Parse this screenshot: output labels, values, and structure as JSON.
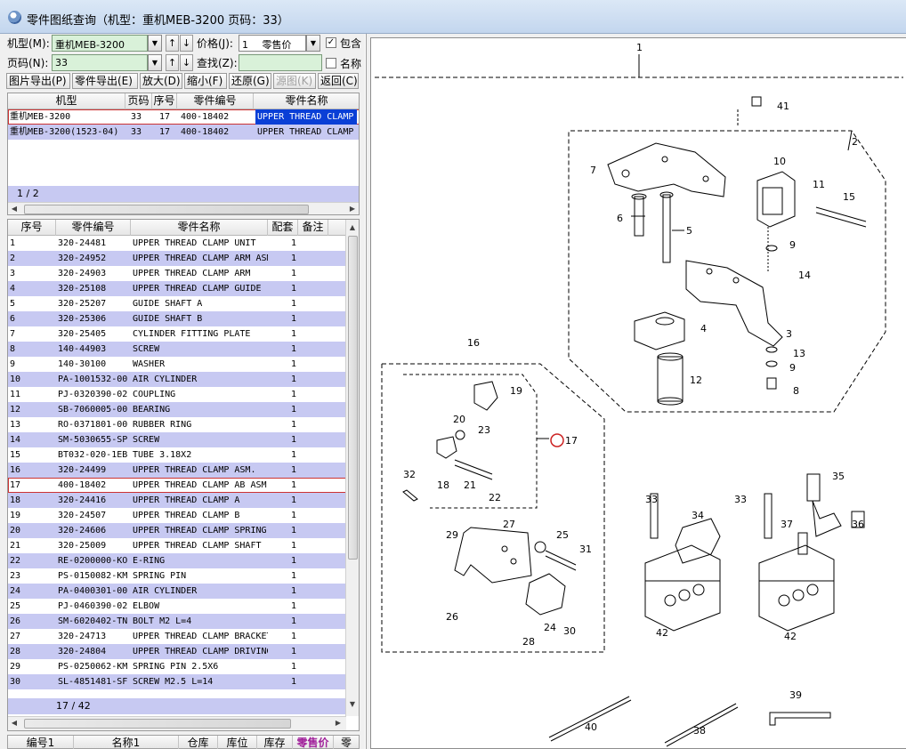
{
  "window": {
    "title": "零件图纸查询（机型：重机MEB-3200 页码：33）"
  },
  "form": {
    "model_label": "机型(M):",
    "model_value": "重机MEB-3200",
    "page_label": "页码(N):",
    "page_value": "33",
    "price_label": "价格(J):",
    "price_value": "1",
    "price_type": "零售价",
    "search_label": "查找(Z):",
    "search_value": "",
    "include_label": "包含",
    "name_label": "名称",
    "up_arrow": "↑",
    "down_arrow": "↓",
    "dropdown_glyph": "▼",
    "check_glyph": "✓"
  },
  "toolbar": {
    "export_image": "图片导出(P)",
    "export_parts": "零件导出(E)",
    "zoom_in": "放大(D)",
    "zoom_out": "缩小(F)",
    "restore": "还原(G)",
    "source": "源图(K)",
    "back": "返回(C)"
  },
  "models_grid": {
    "columns": [
      "机型",
      "页码",
      "序号",
      "零件编号",
      "零件名称"
    ],
    "rows": [
      [
        "重机MEB-3200",
        "33",
        "17",
        "400-18402",
        "UPPER THREAD CLAMP"
      ],
      [
        "重机MEB-3200(1523-04)",
        "33",
        "17",
        "400-18402",
        "UPPER THREAD CLAMP"
      ]
    ],
    "footer": "1 / 2"
  },
  "parts_grid": {
    "columns": [
      "序号",
      "零件编号",
      "零件名称",
      "配套",
      "备注"
    ],
    "rows": [
      [
        "1",
        "320-24481",
        "UPPER THREAD CLAMP UNIT",
        "1"
      ],
      [
        "2",
        "320-24952",
        "UPPER THREAD CLAMP ARM ASM",
        "1"
      ],
      [
        "3",
        "320-24903",
        "UPPER THREAD CLAMP ARM",
        "1"
      ],
      [
        "4",
        "320-25108",
        "UPPER THREAD CLAMP GUIDE",
        "1"
      ],
      [
        "5",
        "320-25207",
        "GUIDE SHAFT A",
        "1"
      ],
      [
        "6",
        "320-25306",
        "GUIDE SHAFT B",
        "1"
      ],
      [
        "7",
        "320-25405",
        "CYLINDER FITTING PLATE",
        "1"
      ],
      [
        "8",
        "140-44903",
        "SCREW",
        "1"
      ],
      [
        "9",
        "140-30100",
        "WASHER",
        "1"
      ],
      [
        "10",
        "PA-1001532-00",
        "AIR CYLINDER",
        "1"
      ],
      [
        "11",
        "PJ-0320390-02",
        "COUPLING",
        "1"
      ],
      [
        "12",
        "SB-7060005-00",
        "BEARING",
        "1"
      ],
      [
        "13",
        "RO-0371801-00",
        "RUBBER RING",
        "1"
      ],
      [
        "14",
        "SM-5030655-SP",
        "SCREW",
        "1"
      ],
      [
        "15",
        "BT032-020-1EB",
        "TUBE 3.18X2",
        "1"
      ],
      [
        "16",
        "320-24499",
        "UPPER THREAD CLAMP ASM.",
        "1"
      ],
      [
        "17",
        "400-18402",
        "UPPER THREAD CLAMP AB ASM",
        "1"
      ],
      [
        "18",
        "320-24416",
        "UPPER THREAD CLAMP A",
        "1"
      ],
      [
        "19",
        "320-24507",
        "UPPER THREAD CLAMP B",
        "1"
      ],
      [
        "20",
        "320-24606",
        "UPPER THREAD CLAMP SPRING",
        "1"
      ],
      [
        "21",
        "320-25009",
        "UPPER THREAD CLAMP SHAFT",
        "1"
      ],
      [
        "22",
        "RE-0200000-KO",
        "E-RING",
        "1"
      ],
      [
        "23",
        "PS-0150082-KM",
        "SPRING PIN",
        "1"
      ],
      [
        "24",
        "PA-0400301-00",
        "AIR CYLINDER",
        "1"
      ],
      [
        "25",
        "PJ-0460390-02",
        "ELBOW",
        "1"
      ],
      [
        "26",
        "SM-6020402-TN",
        "BOLT M2 L=4",
        "1"
      ],
      [
        "27",
        "320-24713",
        "UPPER THREAD CLAMP BRACKET",
        "1"
      ],
      [
        "28",
        "320-24804",
        "UPPER THREAD CLAMP DRIVING",
        "1"
      ],
      [
        "29",
        "PS-0250062-KM",
        "SPRING PIN 2.5X6",
        "1"
      ],
      [
        "30",
        "SL-4851481-SF",
        "SCREW M2.5 L=14",
        "1"
      ]
    ],
    "selected_index": 16,
    "footer": "17 / 42"
  },
  "stock_grid": {
    "columns": [
      "编号1",
      "名称1",
      "仓库",
      "库位",
      "库存",
      "零售价",
      "零"
    ],
    "accent_column": 5,
    "accent_color": "#a0209a"
  },
  "drawing": {
    "callouts": [
      "1",
      "2",
      "3",
      "4",
      "5",
      "6",
      "7",
      "8",
      "9",
      "9",
      "10",
      "11",
      "12",
      "13",
      "14",
      "15",
      "16",
      "17",
      "18",
      "19",
      "20",
      "21",
      "22",
      "23",
      "24",
      "25",
      "26",
      "27",
      "28",
      "29",
      "30",
      "31",
      "32",
      "33",
      "33",
      "34",
      "35",
      "36",
      "37",
      "38",
      "39",
      "40",
      "41",
      "42",
      "42"
    ]
  }
}
